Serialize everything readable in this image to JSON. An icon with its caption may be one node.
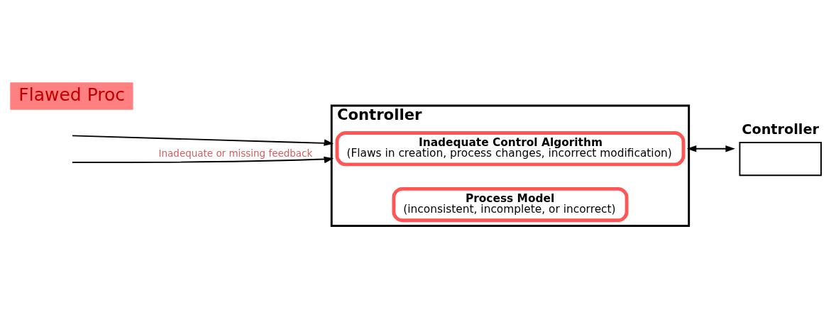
{
  "diagram": {
    "nodes": [
      {
        "text": [
          "Controller"
        ]
      },
      {
        "text": [
          "Inadequate Control Algorithm",
          "(Flaws in creation, process changes, incorrect modification)"
        ],
        "in": 0
      },
      {
        "text": [
          "Process Model",
          "(inconsistent, incomplete, or incorrect)"
        ],
        "in": 0
      },
      {
        "text": [
          "Controller"
        ]
      },
      {
        "text": [
          "Flawed Proc"
        ]
      }
    ],
    "edges": [
      {
        "from": null,
        "to": 0,
        "arrow": "to"
      },
      {
        "from": 0,
        "to": 3,
        "arrow": "both"
      },
      {
        "from": null,
        "to": 0,
        "arrow": "to",
        "label": "Inadequate or missing feedback"
      }
    ]
  }
}
